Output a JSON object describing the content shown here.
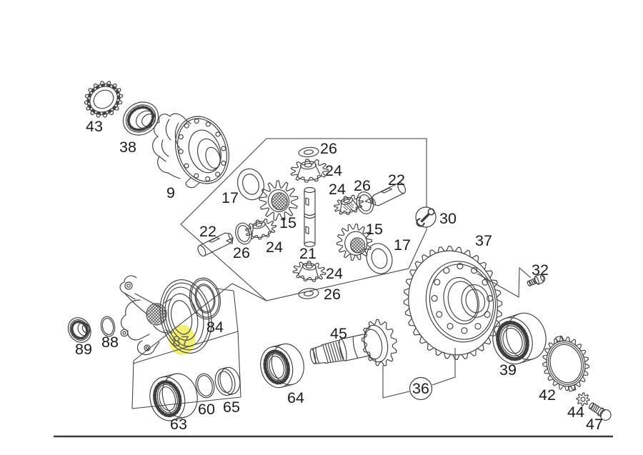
{
  "diagram": {
    "type": "exploded-parts-diagram",
    "subject": "differential-crown-wheel-and-pinion",
    "colors": {
      "background": "#ffffff",
      "line": "#3f3f3f",
      "label": "#1c1c1c",
      "rule": "#3a3a3a",
      "highlight_fill": "#f1ee6e",
      "highlight_text": "#6f6f58"
    },
    "highlighted_part": "87",
    "callouts": [
      {
        "id": "c43",
        "label": "43"
      },
      {
        "id": "c38",
        "label": "38"
      },
      {
        "id": "c9",
        "label": "9"
      },
      {
        "id": "c17l",
        "label": "17"
      },
      {
        "id": "c26t",
        "label": "26"
      },
      {
        "id": "c24t",
        "label": "24"
      },
      {
        "id": "c15l",
        "label": "15"
      },
      {
        "id": "c24l",
        "label": "24"
      },
      {
        "id": "c26l",
        "label": "26"
      },
      {
        "id": "c22l",
        "label": "22"
      },
      {
        "id": "c21",
        "label": "21"
      },
      {
        "id": "c24r",
        "label": "24"
      },
      {
        "id": "c26r",
        "label": "26"
      },
      {
        "id": "c22r",
        "label": "22"
      },
      {
        "id": "c15r",
        "label": "15"
      },
      {
        "id": "c17r",
        "label": "17"
      },
      {
        "id": "c24b",
        "label": "24"
      },
      {
        "id": "c26b",
        "label": "26"
      },
      {
        "id": "c30",
        "label": "30",
        "symbol": "wrench-circle"
      },
      {
        "id": "c37",
        "label": "37"
      },
      {
        "id": "c32",
        "label": "32"
      },
      {
        "id": "c36",
        "label": "36",
        "symbol": "circle"
      },
      {
        "id": "c45",
        "label": "45"
      },
      {
        "id": "c64",
        "label": "64"
      },
      {
        "id": "c39",
        "label": "39"
      },
      {
        "id": "c42",
        "label": "42"
      },
      {
        "id": "c44",
        "label": "44"
      },
      {
        "id": "c47",
        "label": "47"
      },
      {
        "id": "c89",
        "label": "89"
      },
      {
        "id": "c88",
        "label": "88"
      },
      {
        "id": "c87",
        "label": "87",
        "highlighted": true
      },
      {
        "id": "c84",
        "label": "84"
      },
      {
        "id": "c63",
        "label": "63"
      },
      {
        "id": "c60",
        "label": "60"
      },
      {
        "id": "c65",
        "label": "65"
      }
    ]
  }
}
